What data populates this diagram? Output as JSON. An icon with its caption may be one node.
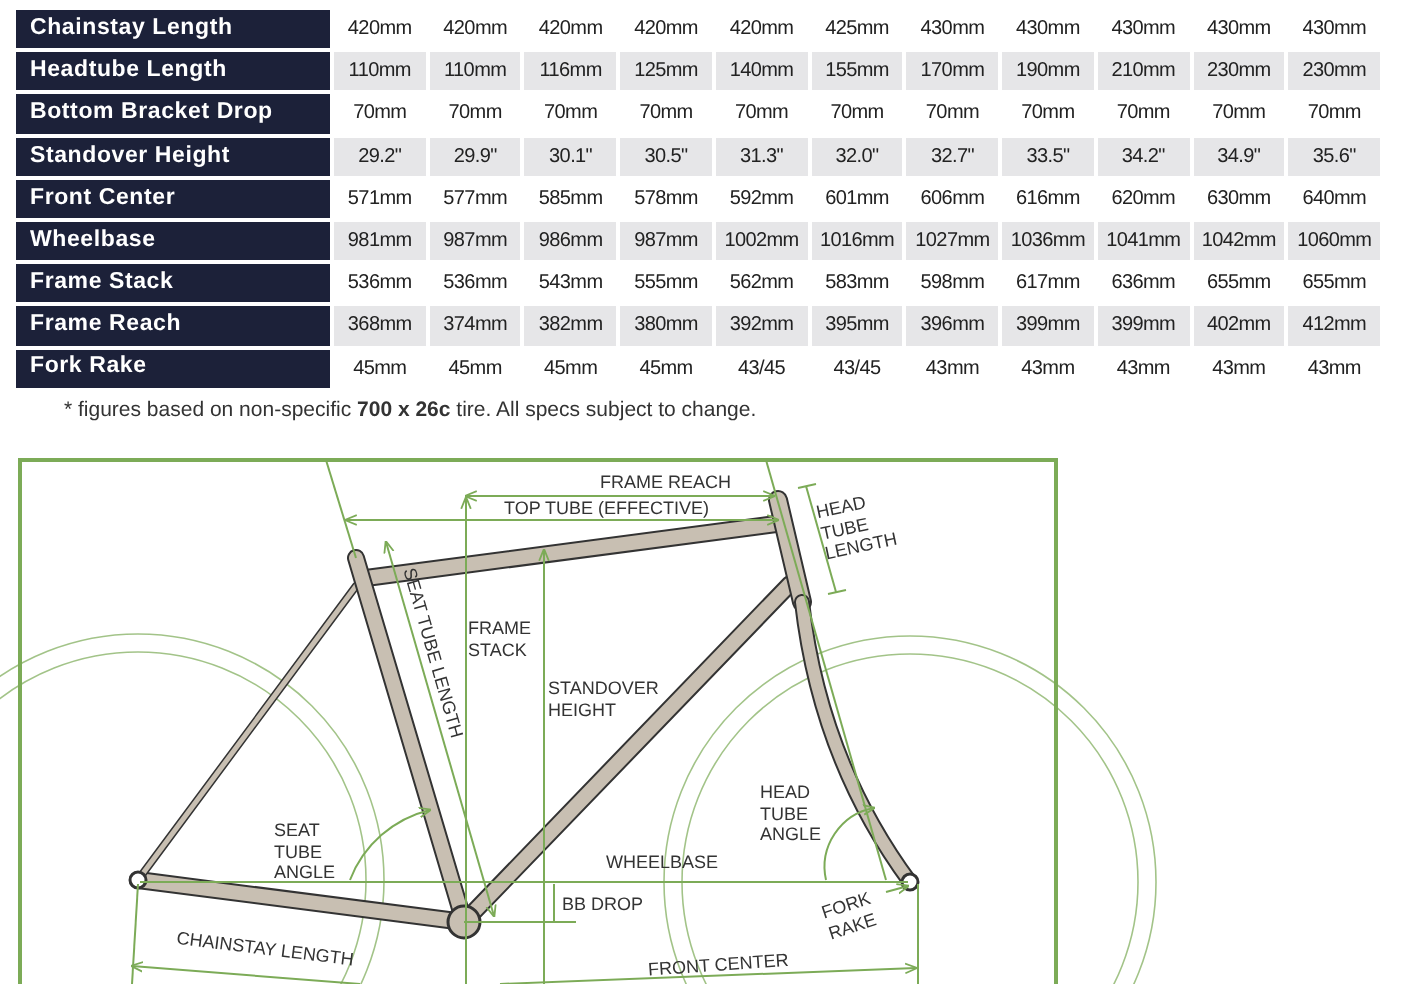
{
  "diagram": {
    "labels": [
      "Chainstay Length",
      "420mm",
      "420mm",
      "420mm",
      "420mm",
      "420mm",
      "425mm",
      "430mm",
      "430mm",
      "430mm",
      "430mm",
      "430mm",
      "Headtube Length",
      "110mm",
      "110mm",
      "116mm",
      "125mm",
      "140mm",
      "155mm",
      "170mm",
      "190mm",
      "210mm",
      "230mm",
      "230mm",
      "Bottom Bracket Drop",
      "70mm",
      "70mm",
      "70mm",
      "70mm",
      "70mm",
      "70mm",
      "70mm",
      "70mm",
      "70mm",
      "70mm",
      "70mm",
      "Standover Height",
      "29.2\"",
      "29.9\"",
      "30.1\"",
      "30.5\"",
      "31.3\"",
      "32.0\"",
      "32.7\"",
      "33.5\"",
      "34.2\"",
      "34.9\"",
      "35.6\"",
      "Front Center",
      "571mm",
      "577mm",
      "585mm",
      "578mm",
      "592mm",
      "601mm",
      "606mm",
      "616mm",
      "620mm",
      "630mm",
      "640mm",
      "Wheelbase",
      "981mm",
      "987mm",
      "986mm",
      "987mm",
      "1002mm",
      "1016mm",
      "1027mm",
      "1036mm",
      "1041mm",
      "1042mm",
      "1060mm",
      "Frame Stack",
      "536mm",
      "536mm",
      "543mm",
      "555mm",
      "562mm",
      "583mm",
      "598mm",
      "617mm",
      "636mm",
      "655mm",
      "655mm",
      "Frame Reach",
      "368mm",
      "374mm",
      "382mm",
      "380mm",
      "392mm",
      "395mm",
      "396mm",
      "399mm",
      "399mm",
      "402mm",
      "412mm",
      "Fork Rake",
      "45mm",
      "45mm",
      "45mm",
      "45mm",
      "43/45",
      "43/45",
      "43mm",
      "43mm",
      "43mm",
      "43mm",
      "43mm",
      "* figures based on non-specific **700 x 26c** tire. All specs subject to change.",
      "FRAME REACH",
      "TOP TUBE (EFFECTIVE)",
      "HEAD TUBE LENGTH",
      "SEAT TUBE LENGTH",
      "FRAME STACK",
      "STANDOVER HEIGHT",
      "SEAT TUBE ANGLE",
      "HEAD TUBE ANGLE",
      "WHEELBASE",
      "BB DROP",
      "FORK RAKE",
      "CHAINSTAY LENGTH",
      "FRONT CENTER"
    ]
  }
}
